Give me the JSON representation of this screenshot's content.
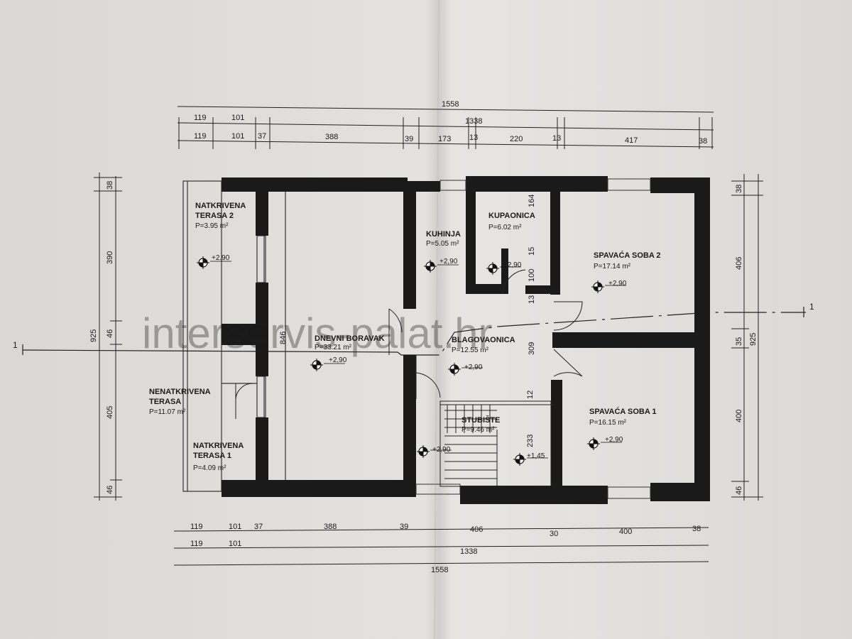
{
  "dimensions": {
    "top": {
      "overall": "1558",
      "row2": [
        "119",
        "101",
        "1338"
      ],
      "row3": [
        "119",
        "101",
        "37",
        "388",
        "39",
        "173",
        "13",
        "220",
        "13",
        "417",
        "38"
      ]
    },
    "bottom": {
      "row1": [
        "119",
        "101",
        "37",
        "388",
        "39",
        "406",
        "30",
        "400",
        "38"
      ],
      "row2": [
        "119",
        "101",
        "1338"
      ],
      "overall": "1558"
    },
    "left": {
      "overall": "925",
      "parts": [
        "38",
        "390",
        "46",
        "405",
        "46"
      ],
      "inner": "846"
    },
    "right": {
      "overall": "925",
      "parts": [
        "38",
        "406",
        "35",
        "400",
        "46"
      ]
    },
    "interior": [
      "164",
      "15",
      "100",
      "13",
      "309",
      "12",
      "233"
    ]
  },
  "section_marks": {
    "left": "1",
    "right": "1"
  },
  "rooms": [
    {
      "name": "NATKRIVENA",
      "name2": "TERASA 2",
      "area": "P=3.95 m²",
      "level": "+2.90"
    },
    {
      "name": "NENATKRIVENA",
      "name2": "TERASA",
      "area": "P=11.07 m²"
    },
    {
      "name": "NATKRIVENA",
      "name2": "TERASA 1",
      "area": "P=4.09 m²"
    },
    {
      "name": "DNEVNI BORAVAK",
      "area": "P=33.21 m²",
      "level": "+2,90"
    },
    {
      "name": "KUHINJA",
      "area": "P=5.05 m²",
      "level": "+2,90"
    },
    {
      "name": "KUPAONICA",
      "area": "P=6.02 m²",
      "level": "+2,90"
    },
    {
      "name": "BLAGOVAONICA",
      "area": "P=12.55 m²",
      "level": "+2,90"
    },
    {
      "name": "STUBIŠTE",
      "area": "P=9.46 m²",
      "level": "+2,90",
      "level2": "+1,45"
    },
    {
      "name": "SPAVAĆA SOBA 2",
      "area": "P=17.14 m²",
      "level": "+2,90"
    },
    {
      "name": "SPAVAĆA SOBA 1",
      "area": "P=16.15 m²",
      "level": "+2,90"
    }
  ],
  "watermark": "interservis-palat.hr"
}
